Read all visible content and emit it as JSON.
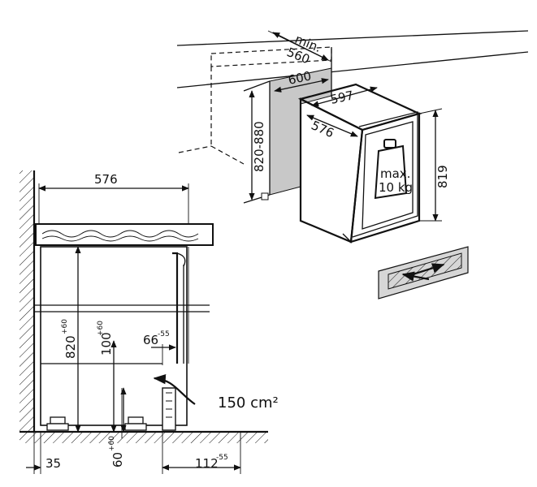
{
  "top_view": {
    "dim_min_label": "min.",
    "dim_min_value": "560",
    "dim_niche_width": "600",
    "dim_niche_height": "820-880",
    "dim_appliance_width": "597",
    "dim_appliance_depth": "576",
    "dim_appliance_height": "819",
    "weight_label_line1": "max.",
    "weight_label_line2": "10 kg"
  },
  "side_view": {
    "dim_depth": "576",
    "dim_height": "820",
    "dim_height_tol": "+60",
    "dim_vent": "100",
    "dim_vent_tol": "+60",
    "dim_gap": "66",
    "dim_gap_tol": "-55",
    "dim_vent_area": "150 cm²",
    "dim_left": "35",
    "dim_foot": "60",
    "dim_foot_tol": "+60",
    "dim_right": "112",
    "dim_right_tol": "-55"
  }
}
